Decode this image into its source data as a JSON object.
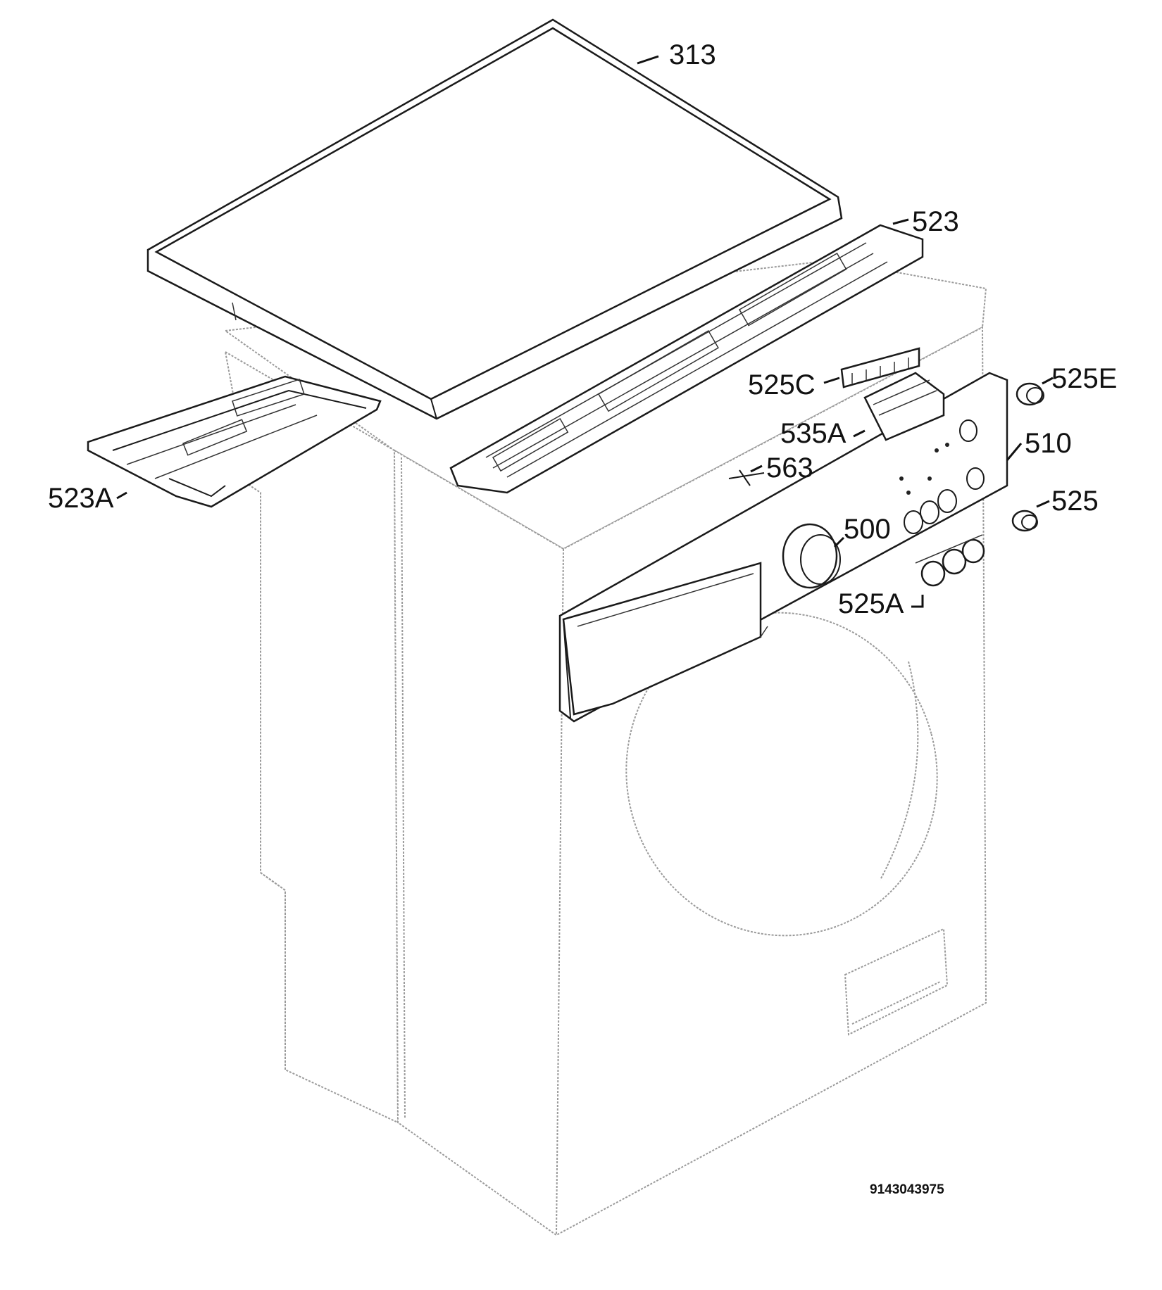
{
  "diagram": {
    "callouts": [
      {
        "id": "313",
        "text": "313"
      },
      {
        "id": "523",
        "text": "523"
      },
      {
        "id": "523A",
        "text": "523A"
      },
      {
        "id": "525C",
        "text": "525C"
      },
      {
        "id": "525E",
        "text": "525E"
      },
      {
        "id": "535A",
        "text": "535A"
      },
      {
        "id": "510",
        "text": "510"
      },
      {
        "id": "563",
        "text": "563"
      },
      {
        "id": "525",
        "text": "525"
      },
      {
        "id": "500",
        "text": "500"
      },
      {
        "id": "525A",
        "text": "525A"
      }
    ],
    "document_number": "9143043975"
  }
}
